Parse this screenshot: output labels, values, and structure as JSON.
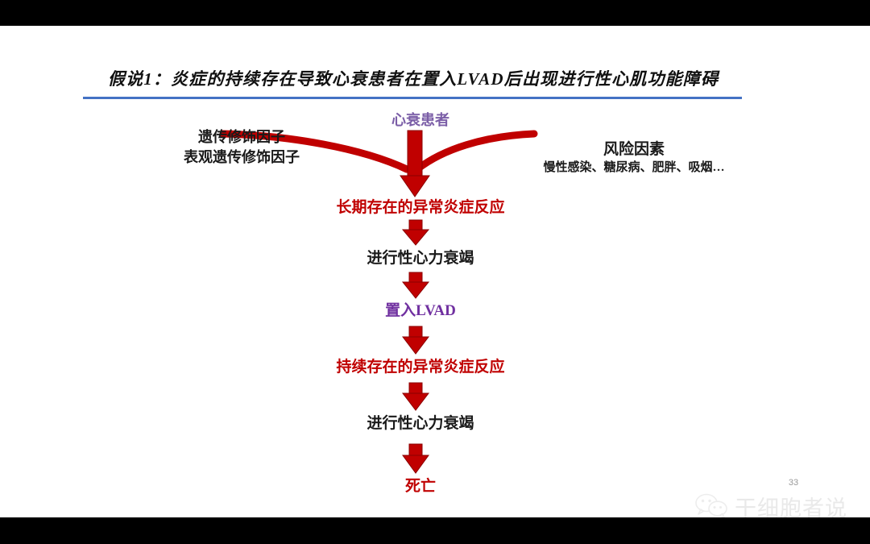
{
  "slide": {
    "title": "假说1：炎症的持续存在导致心衰患者在置入LVAD后出现进行性心肌功能障碍",
    "page_number": "33"
  },
  "diagram": {
    "top_center_label": "心衰患者",
    "left_factors": {
      "line1": "遗传修饰因子",
      "line2": "表观遗传修饰因子"
    },
    "right_factors": {
      "title": "风险因素",
      "detail": "慢性感染、糖尿病、肥胖、吸烟…"
    },
    "flow": [
      {
        "text": "长期存在的异常炎症反应",
        "color": "#C00000"
      },
      {
        "text": "进行性心力衰竭",
        "color": "#1a1a1a"
      },
      {
        "text": "置入LVAD",
        "color": "#7030A0"
      },
      {
        "text": "持续存在的异常炎症反应",
        "color": "#C00000"
      },
      {
        "text": "进行性心力衰竭",
        "color": "#1a1a1a"
      },
      {
        "text": "死亡",
        "color": "#C00000"
      }
    ]
  },
  "watermark": {
    "text": "干细胞者说",
    "icon": "wechat-icon"
  },
  "colors": {
    "arrow_red": "#C00000",
    "title_rule_blue": "#4472C4",
    "purple": "#7030A0",
    "letterbox_black": "#000000"
  }
}
